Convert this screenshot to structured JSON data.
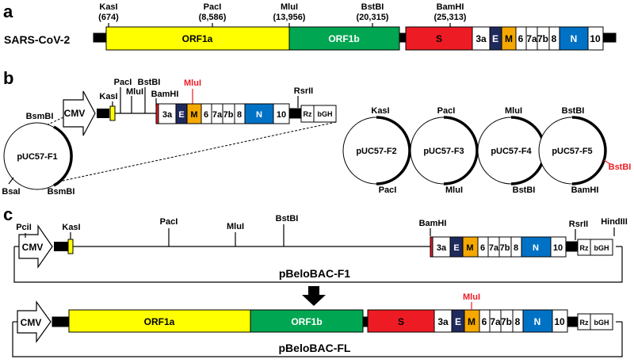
{
  "panels": {
    "a": {
      "letter": "a",
      "genome_label": "SARS-CoV-2"
    },
    "b": {
      "letter": "b"
    },
    "c": {
      "letter": "c"
    }
  },
  "sites_a": {
    "kasi": {
      "name": "KasI",
      "pos": "(674)"
    },
    "paci": {
      "name": "PacI",
      "pos": "(8,586)"
    },
    "mlui": {
      "name": "MluI",
      "pos": "(13,956)"
    },
    "bstbi": {
      "name": "BstBI",
      "pos": "(20,315)"
    },
    "bamhi": {
      "name": "BamHI",
      "pos": "(25,313)"
    }
  },
  "genes": {
    "orf1a": "ORF1a",
    "orf1b": "ORF1b",
    "s": "S",
    "orf3a": "3a",
    "e": "E",
    "m": "M",
    "orf6": "6",
    "orf7a": "7a",
    "orf7b": "7b",
    "orf8": "8",
    "n": "N",
    "orf10": "10"
  },
  "elements": {
    "cmv": "CMV",
    "rz": "Rz",
    "bgh": "bGH"
  },
  "sites": {
    "kasi": "KasI",
    "paci": "PacI",
    "mlui": "MluI",
    "bstbi": "BstBI",
    "bamhi": "BamHI",
    "rsrii": "RsrII",
    "bsmbi": "BsmBI",
    "bsai": "BsaI",
    "pcii": "PciI",
    "hindiii": "HindIII"
  },
  "plasmids": {
    "f1": "pUC57-F1",
    "f2": "pUC57-F2",
    "f3": "pUC57-F3",
    "f4": "pUC57-F4",
    "f5": "pUC57-F5",
    "bac_f1": "pBeloBAC-F1",
    "bac_fl": "pBeloBAC-FL"
  },
  "colors": {
    "orf1a": "#ffff00",
    "orf1b": "#00a651",
    "s": "#ed1c24",
    "e": "#1f2a5c",
    "m": "#f5a800",
    "n": "#0072c6",
    "mutation_red": "#ed1c24",
    "kasi_marker": "#ffff00"
  }
}
